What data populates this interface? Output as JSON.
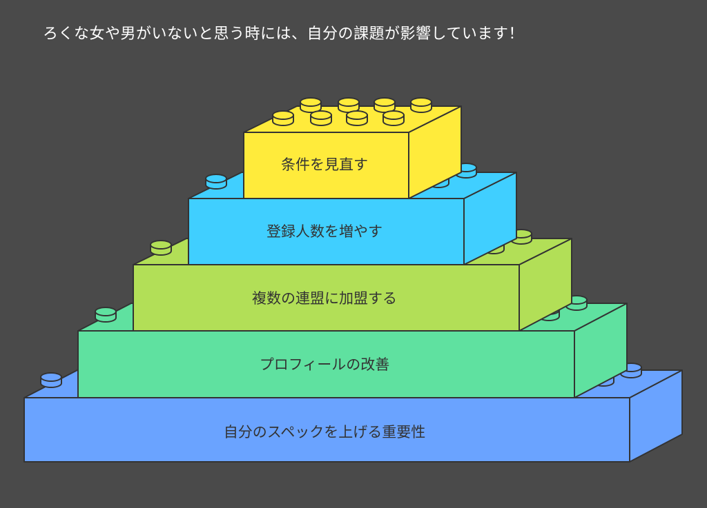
{
  "title": "ろくな女や男がいないと思う時には、自分の課題が影響しています！",
  "colors": {
    "background": "#4a4a4a",
    "outline": "#333333",
    "text": "#333333",
    "title_text": "#ffffff"
  },
  "tiers": [
    {
      "label": "条件を見直す",
      "color": "#ffeb3b"
    },
    {
      "label": "登録人数を増やす",
      "color": "#40cfff"
    },
    {
      "label": "複数の連盟に加盟する",
      "color": "#b2df57"
    },
    {
      "label": "プロフィールの改善",
      "color": "#5fe1a0"
    },
    {
      "label": "自分のスペックを上げる重要性",
      "color": "#6aa3ff"
    }
  ]
}
